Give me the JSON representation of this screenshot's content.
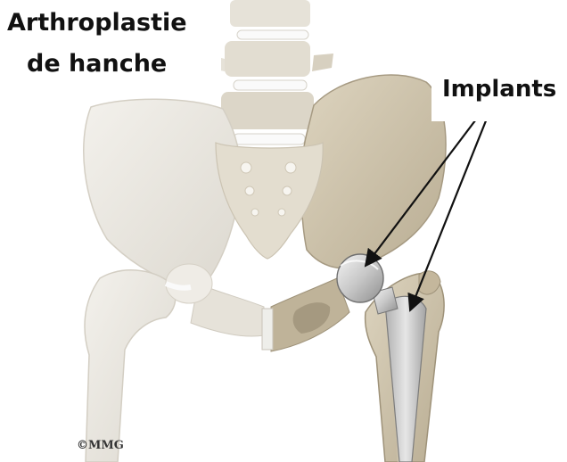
{
  "title": {
    "line1": "Arthroplastie",
    "line2": "de hanche"
  },
  "callout": {
    "label": "Implants"
  },
  "copyright": "©MMG",
  "colors": {
    "bone_faded": "#e9e6df",
    "bone_natural": "#cfc4ac",
    "bone_shadow": "#9c9079",
    "implant_metal": "#c9c9c9",
    "cartilage": "#f1f1ee",
    "arrow": "#111111"
  }
}
